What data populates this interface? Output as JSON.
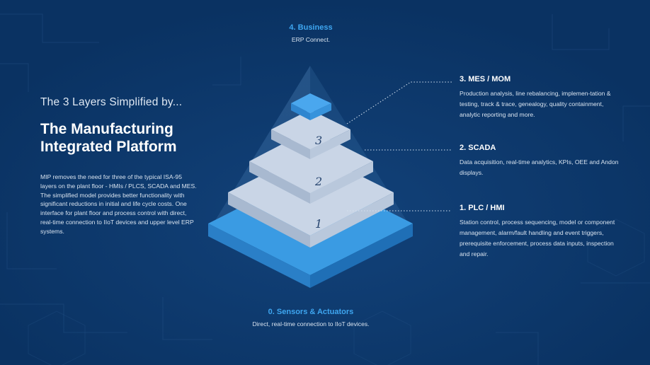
{
  "intro": "The 3 Layers Simplified by...",
  "headline": "The Manufacturing Integrated Platform",
  "description": "MIP removes the need for three of the typical ISA-95 layers on the plant floor - HMIs / PLCS, SCADA and MES. The simplified model provides better functionality with significant reductions in initial and life cycle costs. One interface for plant floor and process control with direct, real-time connection to IIoT devices and upper level ERP systems.",
  "layers": {
    "business": {
      "title": "4. Business",
      "text": "ERP Connect."
    },
    "mes": {
      "title": "3. MES / MOM",
      "text": "Production analysis, line rebalancing, implemen-tation & testing, track & trace, genealogy, quality containment, analytic reporting and more."
    },
    "scada": {
      "title": "2. SCADA",
      "text": "Data acquisition, real-time analytics, KPIs, OEE and Andon displays."
    },
    "plc": {
      "title": "1. PLC / HMI",
      "text": "Station control, process sequencing, model or component management, alarm/fault handling and event triggers, prerequisite enforcement, process data inputs, inspection and repair."
    },
    "sensors": {
      "title": "0. Sensors & Actuators",
      "text": "Direct, real-time connection to IIoT devices."
    }
  },
  "pyramid_labels": [
    "1",
    "2",
    "3"
  ],
  "colors": {
    "background": "#0b3566",
    "accent_blue": "#3ea6f0",
    "layer_gray": "#c9d5e6",
    "base_blue": "#3a9be3"
  }
}
